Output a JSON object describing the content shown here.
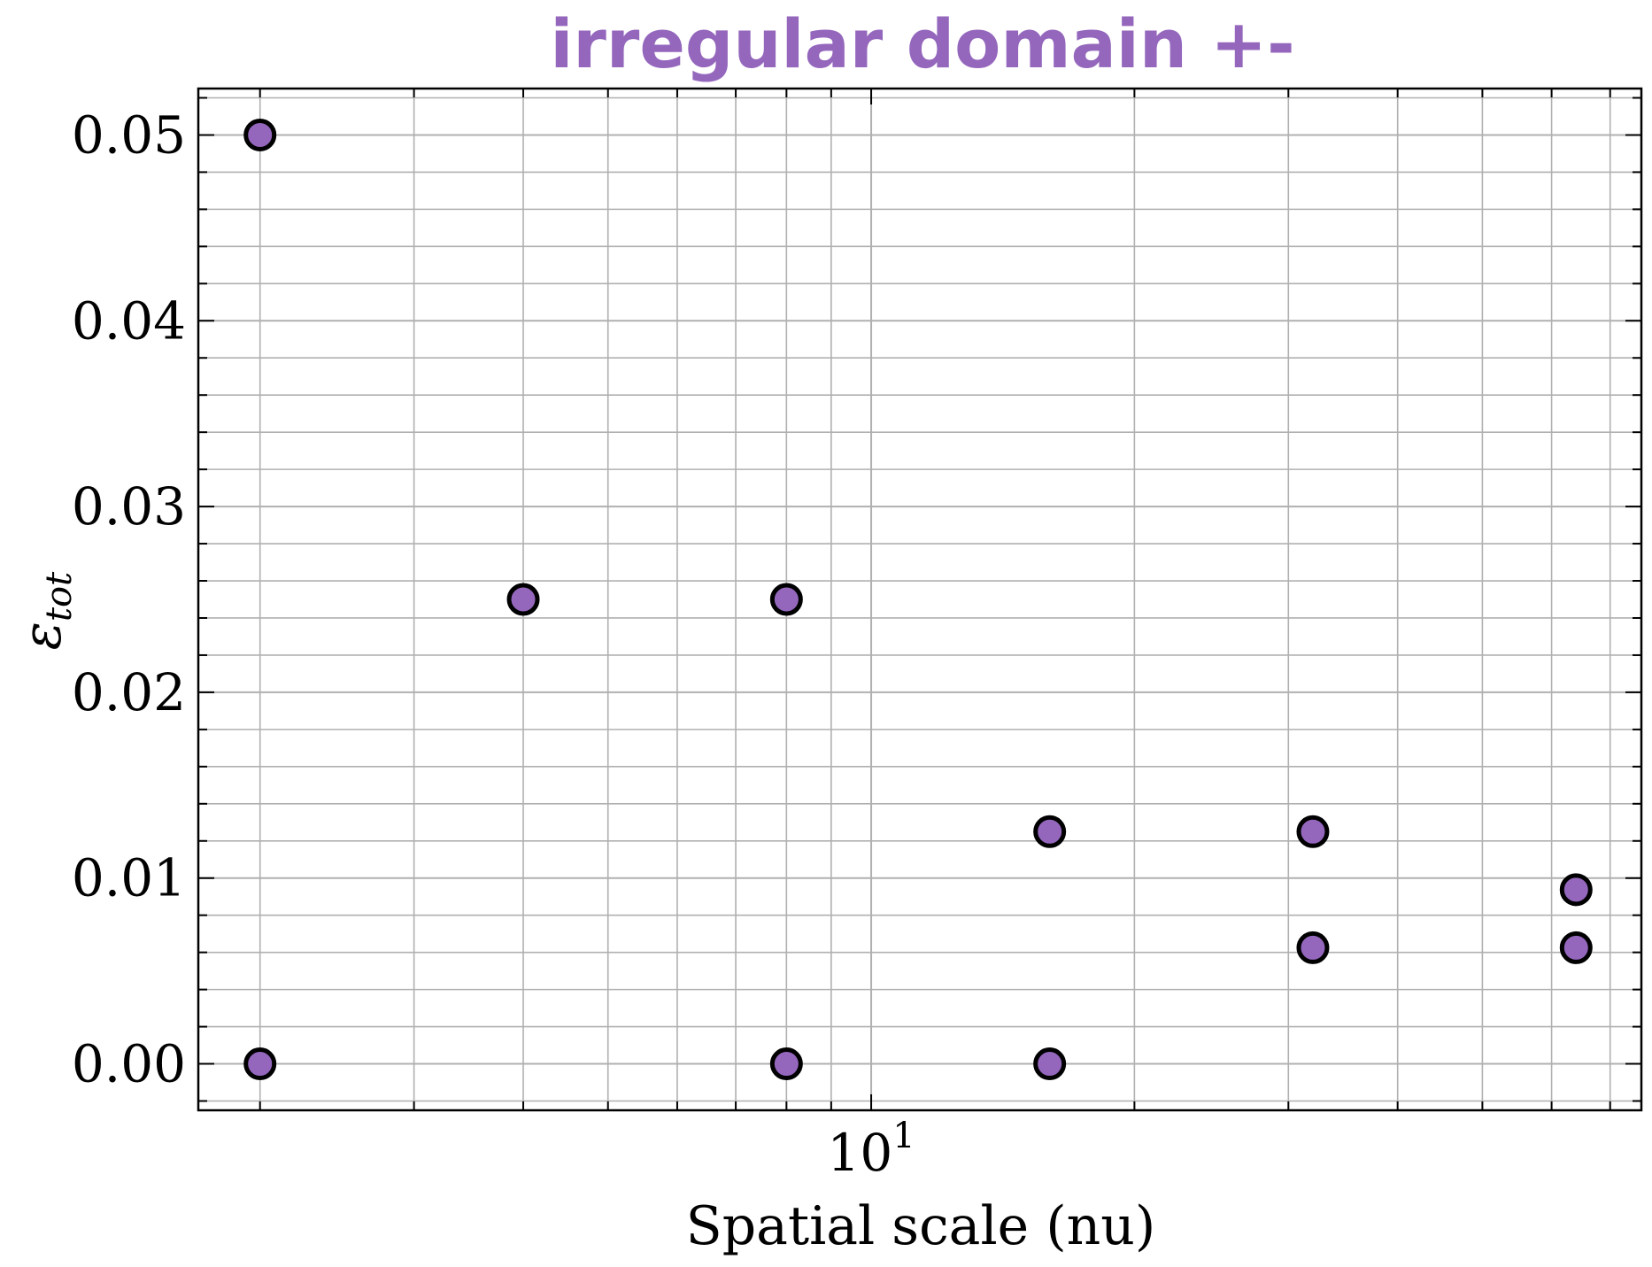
{
  "chart_data": {
    "type": "scatter",
    "title": "irregular domain +-",
    "xlabel": "Spatial scale (nu)",
    "ylabel": {
      "base": "ε",
      "subscript": "tot"
    },
    "x_scale": "log",
    "xlim": [
      1.7,
      76
    ],
    "ylim": [
      -0.0025,
      0.0525
    ],
    "x_major_ticks": [
      {
        "value": 10,
        "base": "10",
        "exponent": "1"
      }
    ],
    "y_ticks": [
      {
        "value": 0.0,
        "label": "0.00"
      },
      {
        "value": 0.01,
        "label": "0.01"
      },
      {
        "value": 0.02,
        "label": "0.02"
      },
      {
        "value": 0.03,
        "label": "0.03"
      },
      {
        "value": 0.04,
        "label": "0.04"
      },
      {
        "value": 0.05,
        "label": "0.05"
      }
    ],
    "grid": true,
    "legend": "none",
    "points": [
      {
        "x": 2,
        "y": 0.05
      },
      {
        "x": 2,
        "y": 0.0
      },
      {
        "x": 4,
        "y": 0.025
      },
      {
        "x": 8,
        "y": 0.025
      },
      {
        "x": 8,
        "y": 0.0
      },
      {
        "x": 16,
        "y": 0.0125
      },
      {
        "x": 16,
        "y": 0.0
      },
      {
        "x": 32,
        "y": 0.0125
      },
      {
        "x": 32,
        "y": 0.00625
      },
      {
        "x": 64,
        "y": 0.009375
      },
      {
        "x": 64,
        "y": 0.00625
      }
    ]
  },
  "colors": {
    "title": "#9467bd",
    "marker_fill": "#9467bd",
    "marker_edge": "#000000",
    "grid": "#b0b0b0",
    "axes": "#000000"
  }
}
